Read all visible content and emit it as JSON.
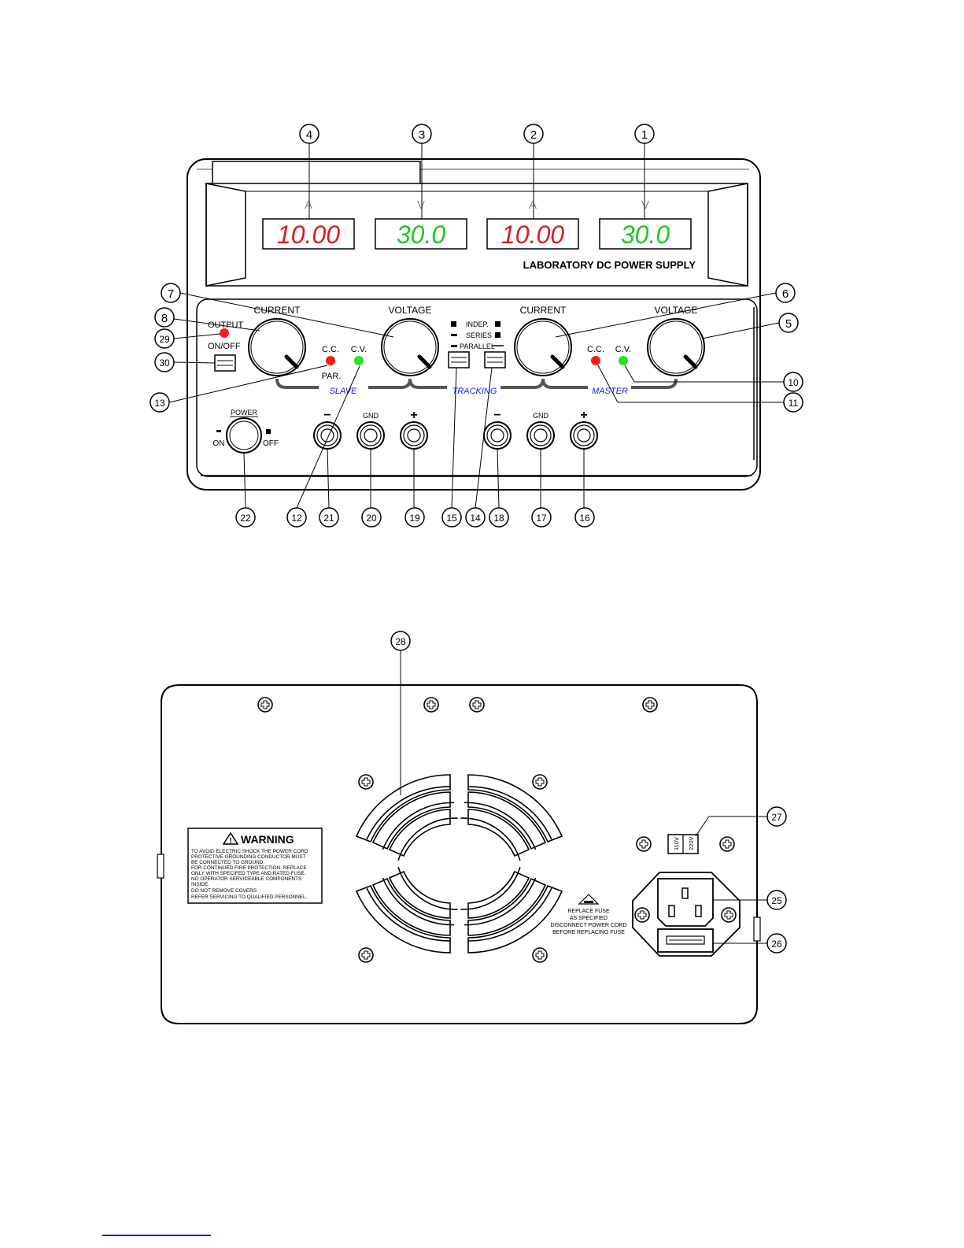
{
  "front_panel": {
    "product_label": "LABORATORY DC POWER SUPPLY",
    "meters": [
      {
        "unit": "A",
        "reading": "10.00",
        "color": "#d81e1e"
      },
      {
        "unit": "V",
        "reading": "30.0",
        "color": "#1ec81e"
      },
      {
        "unit": "A",
        "reading": "10.00",
        "color": "#d81e1e"
      },
      {
        "unit": "V",
        "reading": "30.0",
        "color": "#1ec81e"
      }
    ],
    "knob_labels": [
      "CURRENT",
      "VOLTAGE",
      "CURRENT",
      "VOLTAGE"
    ],
    "output_label": "OUTPUT",
    "onoff_label": "ON/OFF",
    "cc_label": "C.C.",
    "cv_label": "C.V.",
    "par_label": "PAR.",
    "tracking_modes": [
      "INDEP.",
      "SERIES",
      "PARALLEL"
    ],
    "section_labels": [
      "SLAVE",
      "TRACKING",
      "MASTER"
    ],
    "power_label": "POWER",
    "on_label": "ON",
    "off_label": "OFF",
    "terminal_minus": "−",
    "terminal_gnd": "GND",
    "terminal_plus": "+",
    "led_red": "#ff1a1a",
    "led_green": "#22e622",
    "section_label_color": "#1a1aff"
  },
  "callouts": [
    "1",
    "2",
    "3",
    "4",
    "5",
    "6",
    "7",
    "8",
    "10",
    "11",
    "12",
    "13",
    "14",
    "15",
    "16",
    "17",
    "18",
    "19",
    "20",
    "21",
    "22",
    "25",
    "26",
    "27",
    "28",
    "29",
    "30"
  ],
  "rear_panel": {
    "warning_title": "WARNING",
    "warning_lines": [
      "TO AVOID ELECTRIC SHOCK THE POWER CORD",
      "PROTECTIVE GROUNDING CONDUCTOR MUST",
      "BE CONNECTED TO GROUND.",
      "FOR CONTINUED FIRE PROTECTION. REPLACE",
      "ONLY WITH  SPECIFED TYPE AND RATED FUSE.",
      "NO OPERATOR SERVICEABLE COMPONENTS",
      "INSIDE.",
      "DO NOT REMOVE COVERS.",
      "REFER SERVICING TO QUALIFIED PERSONNEL."
    ],
    "fuse_note": [
      "REPLACE FUSE",
      "AS SPECIFIED",
      "DISCONNECT POWER CORD",
      "BEFORE REPLACING FUSE"
    ],
    "voltage_options": [
      "110V",
      "220V"
    ]
  }
}
